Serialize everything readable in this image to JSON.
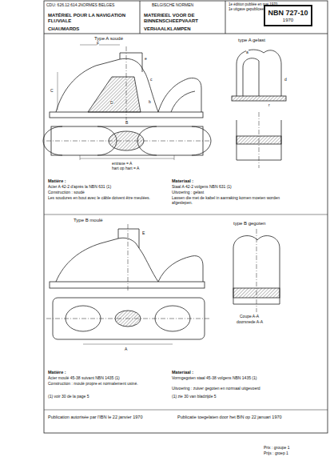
{
  "diagram": {
    "nodes": [
      {
        "text": [
          "NBN 727-10",
          "1970"
        ]
      }
    ],
    "edges": [],
    "labels": [
      "CDU: 626.12:614.24",
      "NORMES BELGES",
      "BELGISCHE NORMEN",
      "1e édition publiée en mai 1970",
      "1e uitgave gepubliceerd in mei 1970",
      "MATÉRIEL POUR LA NAVIGATION FLUVIALE",
      "MATERIEEL VOOR DE BINNENSCHEEPVAART",
      "CHAUMARDS",
      "VERHAALKLAMPEN",
      "Type A soudé",
      "type A gelast",
      "F",
      "e",
      "c",
      "C",
      "b",
      "D",
      "B",
      "a",
      "d",
      "r",
      "entraxe = A",
      "hart op hart = A",
      "Matière :",
      "Acier A 42-2 d'après la NBN 631 (1)",
      "Construction : soudé",
      "Les soudures en bout avec le câble doivent être meulées.",
      "Materiaal :",
      "Staal A 42-2 volgens NBN 631 (1)",
      "Uitvoering : gelast",
      "Lassen die met de kabel in aanraking komen moeten worden afgeslepen.",
      "Type B moulé",
      "type B gegoten",
      "E",
      "A",
      "Coupe A-A",
      "doorsnede A-A",
      "Matière :",
      "Acier moulé 45-38 suivant NBN 1435 (1)",
      "Construction : moulé propre et normalement usiné.",
      "(1) voir 30 de la page 5",
      "Materiaal :",
      "Vormgegoten staal 45-38 volgens NBN 1435 (1)",
      "Uitvoering : zuiver gegoten en normaal uitgevoerd",
      "(1) zie 30 van bladzijde 5",
      "Publication autorisée par l'IBN le 22 janvier 1970",
      "Publicatie toegelaten door het BIN op 22 januari 1970",
      "Prix : groupe 1",
      "Prijs : groep 1"
    ]
  }
}
